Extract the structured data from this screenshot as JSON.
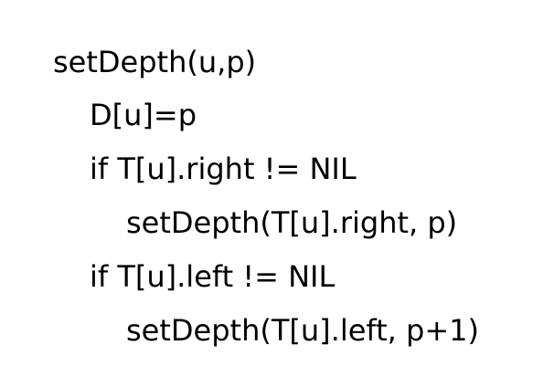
{
  "code": {
    "lines": [
      "setDepth(u,p)",
      "D[u]=p",
      "if T[u].right != NIL",
      "setDepth(T[u].right, p)",
      "if T[u].left != NIL",
      "setDepth(T[u].left, p+1)"
    ]
  }
}
